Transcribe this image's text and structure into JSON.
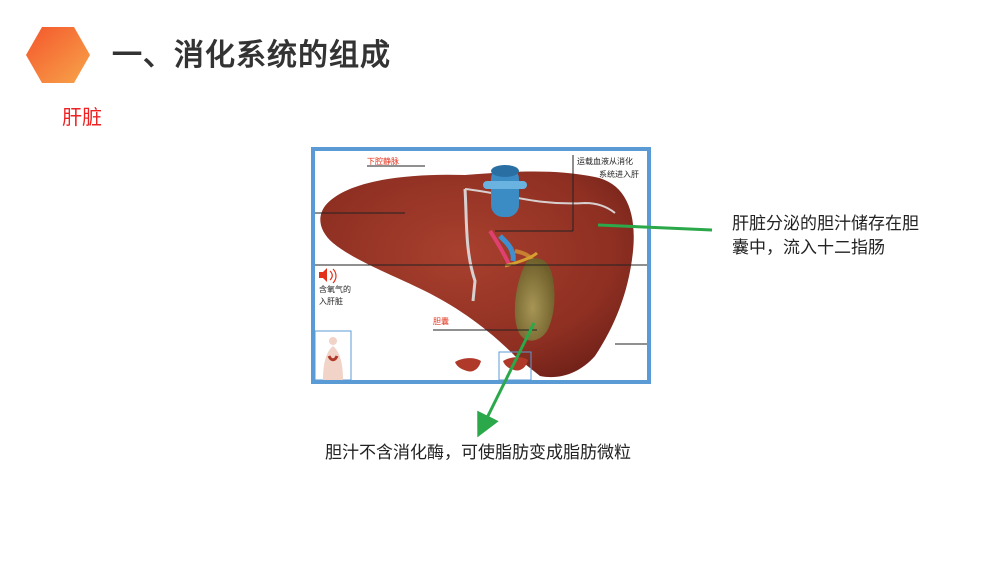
{
  "slide": {
    "title": "一、消化系统的组成",
    "subtitle": "肝脏"
  },
  "figure": {
    "labels": {
      "top_left": "下腔静脉",
      "top_right_line1": "运载血液从消化",
      "top_right_line2": "系统进入肝",
      "left_line1": "含氧气的",
      "left_line2": "入肝脏",
      "gallbladder": "胆囊"
    },
    "icons": [
      "speaker-icon",
      "torso-thumbnail",
      "liver-thumbnail"
    ]
  },
  "notes": {
    "liver_bile": "肝脏分泌的胆汁储存在胆囊中，流入十二指肠",
    "bile_emulsify": "胆汁不含消化酶，可使脂肪变成脂肪微粒"
  },
  "colors": {
    "accent_orange": "#f57a37",
    "subtitle_red": "#ee2222",
    "frame_blue": "#5b9bd5",
    "arrow_green": "#2aa84a",
    "liver_red": "#8e2f22",
    "gallbladder_olive": "#8b7a3a"
  }
}
